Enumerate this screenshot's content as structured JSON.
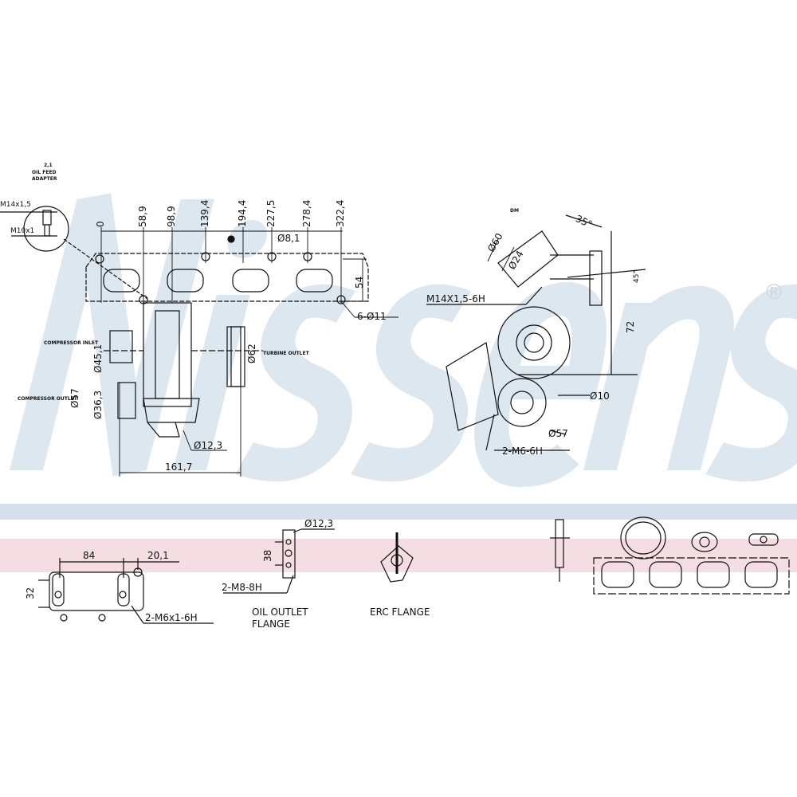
{
  "watermark": {
    "brand": "Nissens",
    "registered": "®"
  },
  "colors": {
    "line": "#111111",
    "watermark": "#dde7f0",
    "stripe_blue": "#d5e0ea",
    "stripe_pink": "#f4dde3"
  },
  "main_view": {
    "oil_feed_adapter": {
      "qty": "2,1",
      "label_line1": "OIL FEED",
      "label_line2": "ADAPTER",
      "thread_top": "M14x1,5",
      "thread_bottom": "M10x1"
    },
    "top_dims": [
      "0",
      "58,9",
      "98,9",
      "139,4",
      "194,4",
      "227,5",
      "278,4",
      "322,4"
    ],
    "hole_dia": "Ø8,1",
    "height_dim": "54",
    "holes": "6-Ø11",
    "compressor_inlet": "COMPRESSOR INLET",
    "compressor_outlet": "COMPRESSOR OUTLET",
    "turbine_outlet": "TURBINE OUTLET",
    "d_inlet": "Ø45,1",
    "d_outlet_outer": "Ø57",
    "d_outlet_inner": "Ø36,3",
    "d_turbine": "Ø62",
    "d_oil": "Ø12,3",
    "length": "161,7"
  },
  "side_view": {
    "d60": "Ø60",
    "d24": "Ø24",
    "angle": "35°",
    "angle2": "45°",
    "small_label": "DM",
    "thread": "M14X1,5-6H",
    "dim72": "72",
    "d10": "Ø10",
    "d57": "Ø57",
    "threads": "2-M6-6H"
  },
  "flanges": {
    "compressor": {
      "w": "84",
      "w2": "20,1",
      "h": "32",
      "threads": "2-M6x1-6H"
    },
    "oil_outlet": {
      "d": "Ø12,3",
      "h": "38",
      "threads": "2-M8-8H",
      "label_line1": "OIL OUTLET",
      "label_line2": "FLANGE"
    },
    "egr": {
      "label": "ERC FLANGE"
    }
  }
}
